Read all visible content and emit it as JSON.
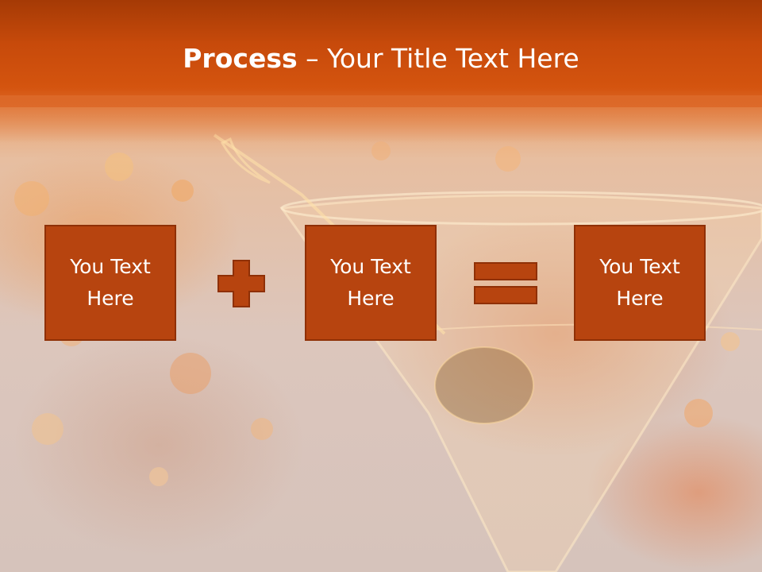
{
  "slide": {
    "title_bold": "Process",
    "title_rest": " – Your Title Text Here"
  },
  "process": {
    "boxes": [
      {
        "line1": "You Text",
        "line2": "Here"
      },
      {
        "line1": "You Text",
        "line2": "Here"
      },
      {
        "line1": "You Text",
        "line2": "Here"
      }
    ],
    "operators": [
      "plus-icon",
      "equals-icon"
    ]
  },
  "colors": {
    "header": "#c74a0b",
    "box_fill": "#b7440f",
    "box_border": "#8f3006",
    "title_text": "#ffffff"
  }
}
